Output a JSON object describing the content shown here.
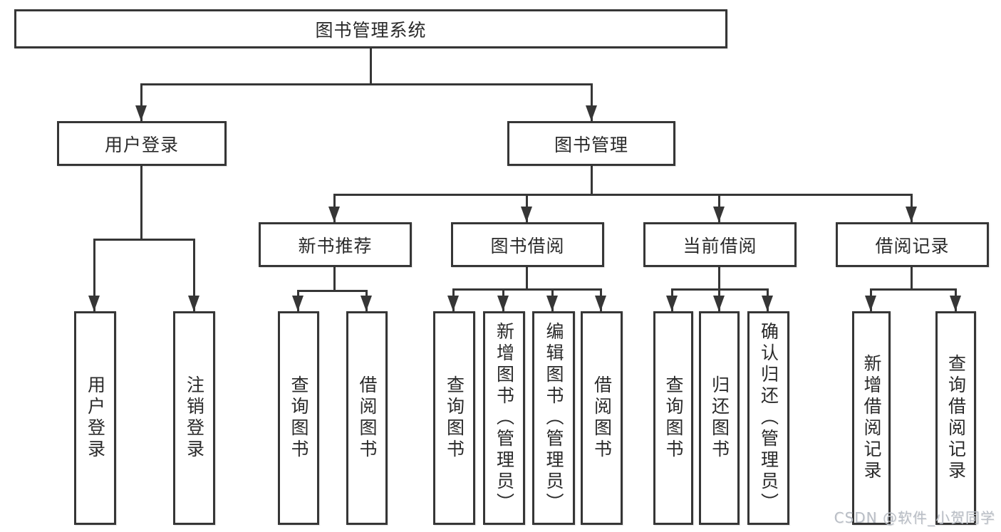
{
  "colors": {
    "line": "#363636",
    "box_border": "#363636",
    "text": "#2a2a2a",
    "watermark": "#b9bec6",
    "background": "#ffffff"
  },
  "diagram": {
    "title": "图书管理系统",
    "user_login": {
      "label": "用户登录",
      "children": [
        {
          "label": "用户登录"
        },
        {
          "label": "注销登录"
        }
      ]
    },
    "book_management": {
      "label": "图书管理",
      "modules": [
        {
          "label": "新书推荐",
          "children": [
            {
              "label": "查询图书"
            },
            {
              "label": "借阅图书"
            }
          ]
        },
        {
          "label": "图书借阅",
          "children": [
            {
              "label": "查询图书"
            },
            {
              "label": "新增图书（管理员）"
            },
            {
              "label": "编辑图书（管理员）"
            },
            {
              "label": "借阅图书"
            }
          ]
        },
        {
          "label": "当前借阅",
          "children": [
            {
              "label": "查询图书"
            },
            {
              "label": "归还图书"
            },
            {
              "label": "确认归还（管理员）"
            }
          ]
        },
        {
          "label": "借阅记录",
          "children": [
            {
              "label": "新增借阅记录"
            },
            {
              "label": "查询借阅记录"
            }
          ]
        }
      ]
    }
  },
  "watermark": {
    "text": "CSDN @软件_小贺同学"
  }
}
